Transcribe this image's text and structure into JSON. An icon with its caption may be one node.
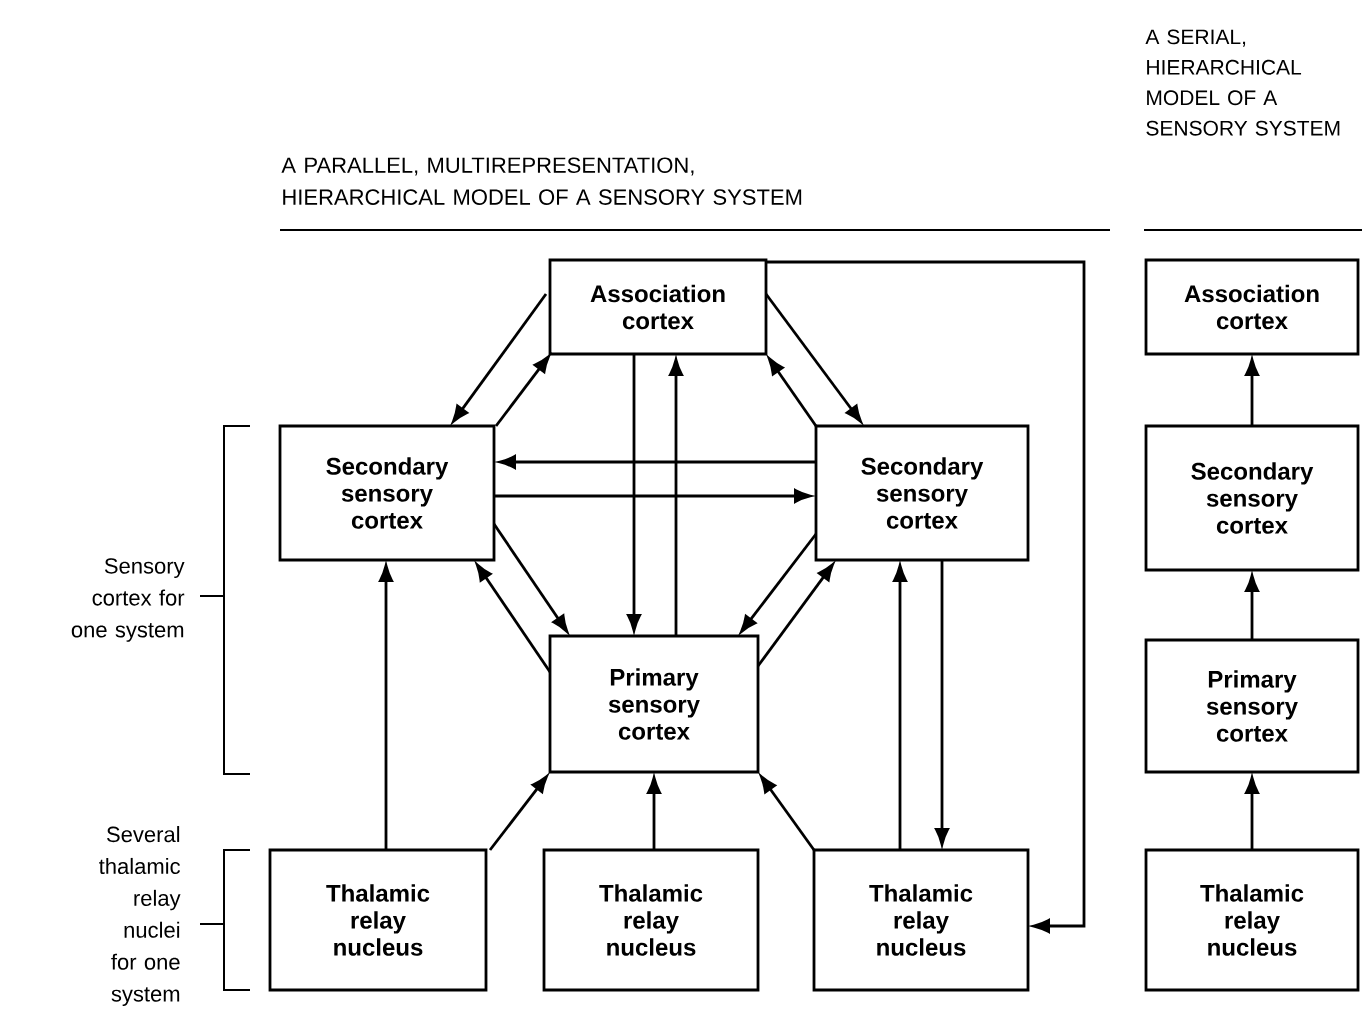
{
  "diagram": {
    "nodes": [
      {
        "text": [
          "Association cortex"
        ]
      },
      {
        "text": [
          "Secondary sensory cortex"
        ]
      },
      {
        "text": [
          "Secondary sensory cortex"
        ]
      },
      {
        "text": [
          "Primary sensory cortex"
        ]
      },
      {
        "text": [
          "Thalamic relay nucleus"
        ]
      },
      {
        "text": [
          "Thalamic relay nucleus"
        ]
      },
      {
        "text": [
          "Thalamic relay nucleus"
        ]
      },
      {
        "text": [
          "Association cortex"
        ]
      },
      {
        "text": [
          "Secondary sensory cortex"
        ]
      },
      {
        "text": [
          "Primary sensory cortex"
        ]
      },
      {
        "text": [
          "Thalamic relay nucleus"
        ]
      }
    ],
    "edges": [
      {
        "from": 0,
        "to": 1,
        "arrow": "to"
      },
      {
        "from": 1,
        "to": 0,
        "arrow": "to"
      },
      {
        "from": 0,
        "to": 2,
        "arrow": "to"
      },
      {
        "from": 2,
        "to": 0,
        "arrow": "to"
      },
      {
        "from": 2,
        "to": 1,
        "arrow": "to"
      },
      {
        "from": 1,
        "to": 2,
        "arrow": "to"
      },
      {
        "from": 0,
        "to": 3,
        "arrow": "to"
      },
      {
        "from": 3,
        "to": 0,
        "arrow": "to"
      },
      {
        "from": 1,
        "to": 3,
        "arrow": "to"
      },
      {
        "from": 3,
        "to": 1,
        "arrow": "to"
      },
      {
        "from": 2,
        "to": 3,
        "arrow": "to"
      },
      {
        "from": 3,
        "to": 2,
        "arrow": "to"
      },
      {
        "from": 4,
        "to": 1,
        "arrow": "to"
      },
      {
        "from": 4,
        "to": 3,
        "arrow": "to"
      },
      {
        "from": 5,
        "to": 3,
        "arrow": "to"
      },
      {
        "from": 6,
        "to": 3,
        "arrow": "to"
      },
      {
        "from": 6,
        "to": 2,
        "arrow": "to"
      },
      {
        "from": 2,
        "to": 6,
        "arrow": "to"
      },
      {
        "from": 0,
        "to": 6,
        "arrow": "to"
      },
      {
        "from": 10,
        "to": 9,
        "arrow": "to"
      },
      {
        "from": 9,
        "to": 8,
        "arrow": "to"
      },
      {
        "from": 8,
        "to": 7,
        "arrow": "to"
      }
    ],
    "labels": [
      "A PARALLEL, MULTIREPRESENTATION, HIERARCHICAL MODEL OF A SENSORY SYSTEM",
      "A SERIAL, HIERARCHICAL MODEL OF A SENSORY SYSTEM",
      "Sensory cortex for one system",
      "Several thalamic relay nuclei for one system"
    ]
  }
}
